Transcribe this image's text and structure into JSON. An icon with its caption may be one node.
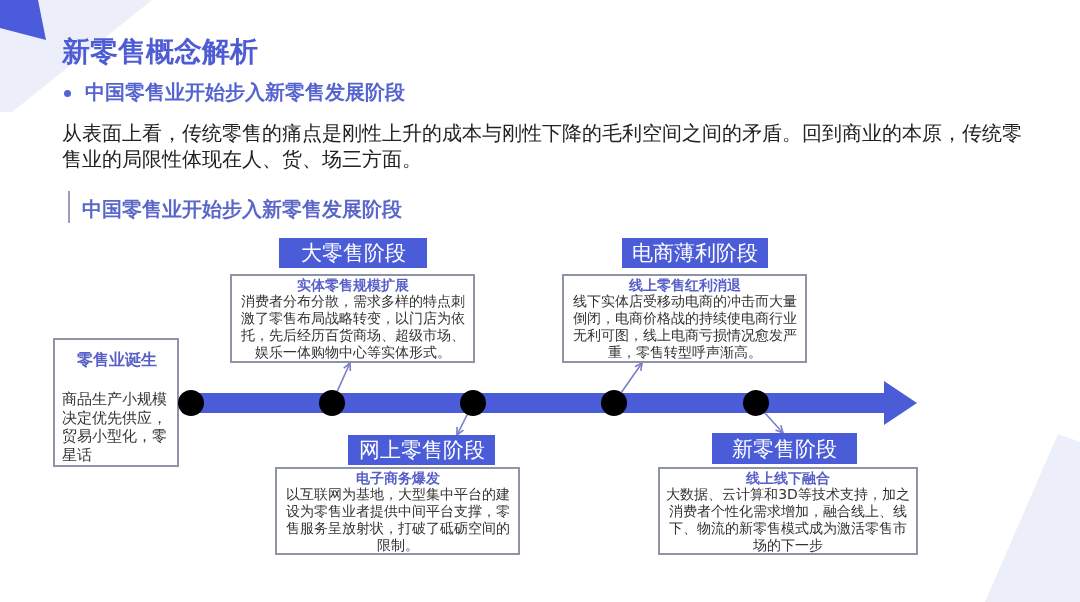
{
  "diagram": {
    "title": "新零售概念解析",
    "nodes": [
      {
        "text": [
          "大零售阶段"
        ]
      },
      {
        "text": [
          "实体零售规模扩展",
          "消费者分布分散，需求多样的特点刺激了零售布局战略转变，以门店为依托，先后经历百货商场、超级市场、娱乐一体购物中心等实体形式。"
        ]
      },
      {
        "text": [
          "电商薄利阶段"
        ]
      },
      {
        "text": [
          "线上零售红利消退",
          "线下实体店受移动电商的冲击而大量倒闭，电商价格战的持续使电商行业无利可图，线上电商亏损情况愈发严重，零售转型呼声渐高。"
        ]
      },
      {
        "text": [
          "零售业诞生",
          "商品生产小规模决定优先供应，贸易小型化，零星话"
        ]
      },
      {
        "text": [],
        "shape": "circle"
      },
      {
        "text": [],
        "shape": "circle"
      },
      {
        "text": [],
        "shape": "circle"
      },
      {
        "text": [],
        "shape": "circle"
      },
      {
        "text": [],
        "shape": "circle"
      },
      {
        "text": [
          "网上零售阶段"
        ]
      },
      {
        "text": [
          "电子商务爆发",
          "以互联网为基地，大型集中平台的建设为零售业者提供中间平台支撑，零售服务呈放射状，打破了砥砺空间的限制。"
        ]
      },
      {
        "text": [
          "新零售阶段"
        ]
      },
      {
        "text": [
          "线上线下融合",
          "大数据、云计算和3D等技术支持，加之消费者个性化需求增加，融合线上、线下、物流的新零售模式成为激活零售市场的下一步"
        ]
      }
    ],
    "edges": [
      {
        "from": 6,
        "to": 1,
        "arrow": "to"
      },
      {
        "from": 7,
        "to": 10,
        "arrow": "to"
      },
      {
        "from": 8,
        "to": 3,
        "arrow": "to"
      },
      {
        "from": 9,
        "to": 12,
        "arrow": "to"
      }
    ],
    "labels": [
      "中国零售业开始步入新零售发展阶段",
      "从表面上看，传统零售的痛点是刚性上升的成本与刚性下降的毛利空间之间的矛盾。回到商业的本原，传统零售业的局限性体现在人、货、场三方面。",
      "中国零售业开始步入新零售发展阶段"
    ]
  }
}
